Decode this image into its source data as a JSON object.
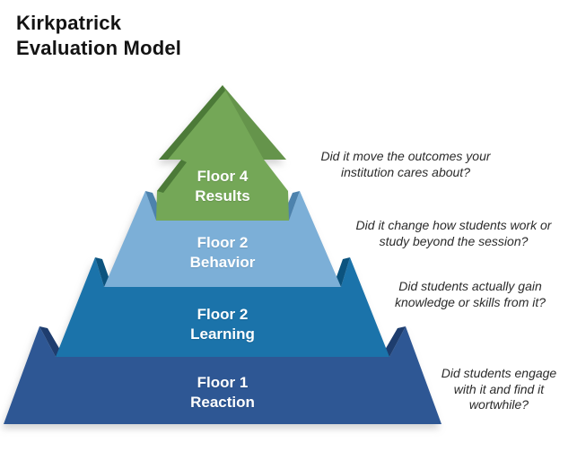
{
  "title": {
    "line1": "Kirkpatrick",
    "line2": "Evaluation Model"
  },
  "pyramid": {
    "levels": [
      {
        "floor": "Floor 4",
        "name": "Results",
        "question": "Did it move the outcomes your institution cares about?",
        "color": "#74a757",
        "dark_color": "#4c7a38"
      },
      {
        "floor": "Floor 2",
        "name": "Behavior",
        "question": "Did it change how students work or study beyond the session?",
        "color": "#7cafd7",
        "dark_color": "#4d82ad"
      },
      {
        "floor": "Floor 2",
        "name": "Learning",
        "question": "Did students actually gain knowledge or skills from it?",
        "color": "#1b73aa",
        "dark_color": "#0c537e"
      },
      {
        "floor": "Floor 1",
        "name": "Reaction",
        "question": "Did students engage with it and find it wortwhile?",
        "color": "#2e5794",
        "dark_color": "#1e3d6e"
      }
    ]
  }
}
